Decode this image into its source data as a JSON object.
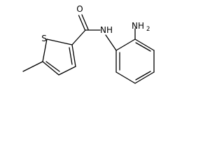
{
  "molecule": {
    "labels": {
      "oxygen": "O",
      "amide_nh": "NH",
      "sulfur": "S",
      "amine_n": "NH",
      "amine_subscript": "2"
    },
    "colors": {
      "bond": "#000000",
      "label": "#000000",
      "background": "#ffffff"
    }
  }
}
